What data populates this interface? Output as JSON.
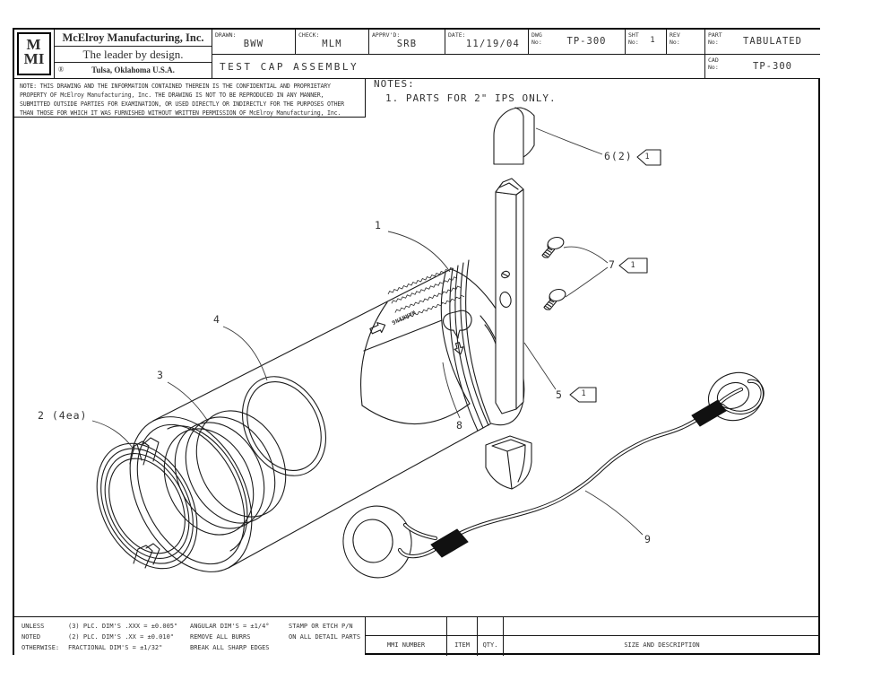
{
  "sheet": {
    "logo": {
      "line1": "M",
      "line2": "MI"
    },
    "company": {
      "name": "McElroy Manufacturing, Inc.",
      "tagline": "The leader by design.",
      "location": "Tulsa, Oklahoma U.S.A.",
      "mark": "®"
    },
    "title_block": {
      "drawn_label": "DRAWN:",
      "drawn": "BWW",
      "check_label": "CHECK:",
      "check": "MLM",
      "apprvd_label": "APPRV'D:",
      "apprvd": "SRB",
      "date_label": "DATE:",
      "date": "11/19/04",
      "dwg_label1": "DWG",
      "dwg_label2": "No:",
      "dwg": "TP-300",
      "sht_label1": "SHT",
      "sht_label2": "No:",
      "sht": "1",
      "rev_label1": "REV",
      "rev_label2": "No:",
      "rev": "",
      "part_label1": "PART",
      "part_label2": "No:",
      "part": "TABULATED",
      "cad_label1": "CAD",
      "cad_label2": "No:",
      "cad": "TP-300",
      "drawing_title": "TEST CAP ASSEMBLY"
    },
    "confidential_note_lines": [
      "NOTE: THIS DRAWING AND THE INFORMATION CONTAINED THEREIN IS THE CONFIDENTIAL AND PROPRIETARY",
      "PROPERTY OF McElroy Manufacturing, Inc. THE DRAWING IS NOT TO BE REPRODUCED IN ANY MANNER,",
      "SUBMITTED OUTSIDE PARTIES FOR EXAMINATION, OR USED DIRECTLY OR INDIRECTLY FOR THE PURPOSES OTHER",
      "THAN THOSE FOR WHICH IT WAS FURNISHED WITHOUT WRITTEN PERMISSION OF McElroy Manufacturing, Inc."
    ],
    "notes": {
      "heading": "NOTES:",
      "item1": "1. PARTS FOR 2\" IPS ONLY."
    },
    "callouts": {
      "part1": "1",
      "part2": "2 (4ea)",
      "part3": "3",
      "part4": "4",
      "part5": "5",
      "part6": "6(2)",
      "part7": "7",
      "part8": "8",
      "part9": "9"
    },
    "flag_value": "1",
    "warning_label": "WARNING",
    "tolerances": {
      "c1l1": "UNLESS",
      "c1l2": "NOTED",
      "c1l3": "OTHERWISE:",
      "c2l1": "(3) PLC. DIM'S .XXX = ±0.005\"",
      "c2l2": "(2) PLC. DIM'S .XX = ±0.010\"",
      "c2l3": "FRACTIONAL DIM'S = ±1/32\"",
      "c3l1": "ANGULAR DIM'S = ±1/4°",
      "c3l2": "REMOVE ALL BURRS",
      "c3l3": "BREAK ALL SHARP EDGES",
      "c4l1": "STAMP OR ETCH P/N",
      "c4l2": "ON ALL DETAIL PARTS"
    },
    "parts_table": {
      "h1": "MMI NUMBER",
      "h2": "ITEM",
      "h3": "QTY.",
      "h4": "SIZE AND DESCRIPTION"
    }
  }
}
